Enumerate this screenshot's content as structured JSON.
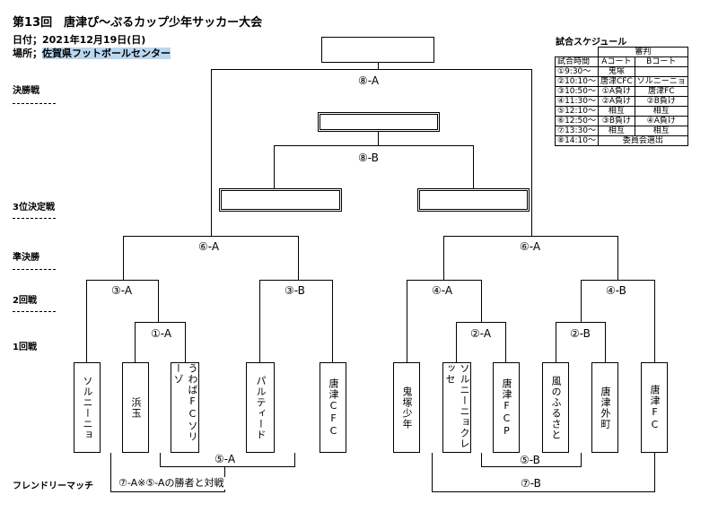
{
  "header": {
    "title": "第13回　唐津ぴ～ぷるカップ少年サッカー大会",
    "date": "日付；2021年12月19日(日)",
    "venue_label": "場所；",
    "venue": "佐賀県フットボールセンター"
  },
  "rounds": {
    "final": "決勝戦",
    "third": "3位決定戦",
    "semi": "準決勝",
    "second": "2回戦",
    "first": "1回戦",
    "friendly": "フレンドリーマッチ"
  },
  "matches": {
    "m8a": "⑧-A",
    "m8b": "⑧-B",
    "m6a_left": "⑥-A",
    "m6a_right": "⑥-A",
    "m3a": "③-A",
    "m3b": "③-B",
    "m4a": "④-A",
    "m4b": "④-B",
    "m1a": "①-A",
    "m2a": "②-A",
    "m2b": "②-B"
  },
  "teams": [
    "ソルニーニョ",
    "浜玉",
    "うわばFCソリーゾ",
    "パルティード",
    "唐津CFC",
    "鬼塚少年",
    "ソルニーニョクレッセ",
    "唐津FCP",
    "風のふるさと",
    "唐津外町",
    "唐津FC"
  ],
  "friendly": {
    "m5a": "⑤-A",
    "m5b": "⑤-B",
    "m7a": "⑦-A※⑤-Aの勝者と対戦",
    "m7b": "⑦-B"
  },
  "schedule": {
    "title": "試合スケジュール",
    "referee_header": "審判",
    "col_time": "試合時間",
    "col_a": "Aコート",
    "col_b": "Bコート",
    "rows": [
      {
        "time": "①9:30～",
        "a": "鬼塚",
        "b": ""
      },
      {
        "time": "②10:10～",
        "a": "唐津CFC",
        "b": "ソルニーニョ"
      },
      {
        "time": "③10:50～",
        "a": "①A負け",
        "b": "唐津FC"
      },
      {
        "time": "④11:30～",
        "a": "②A負け",
        "b": "②B負け"
      },
      {
        "time": "⑤12:10～",
        "a": "相互",
        "b": "相互"
      },
      {
        "time": "⑥12:50～",
        "a": "③B負け",
        "b": "④A負け"
      },
      {
        "time": "⑦13:30～",
        "a": "相互",
        "b": "相互"
      },
      {
        "time": "⑧14:10～",
        "a": "委員会選出",
        "b": ""
      }
    ]
  }
}
